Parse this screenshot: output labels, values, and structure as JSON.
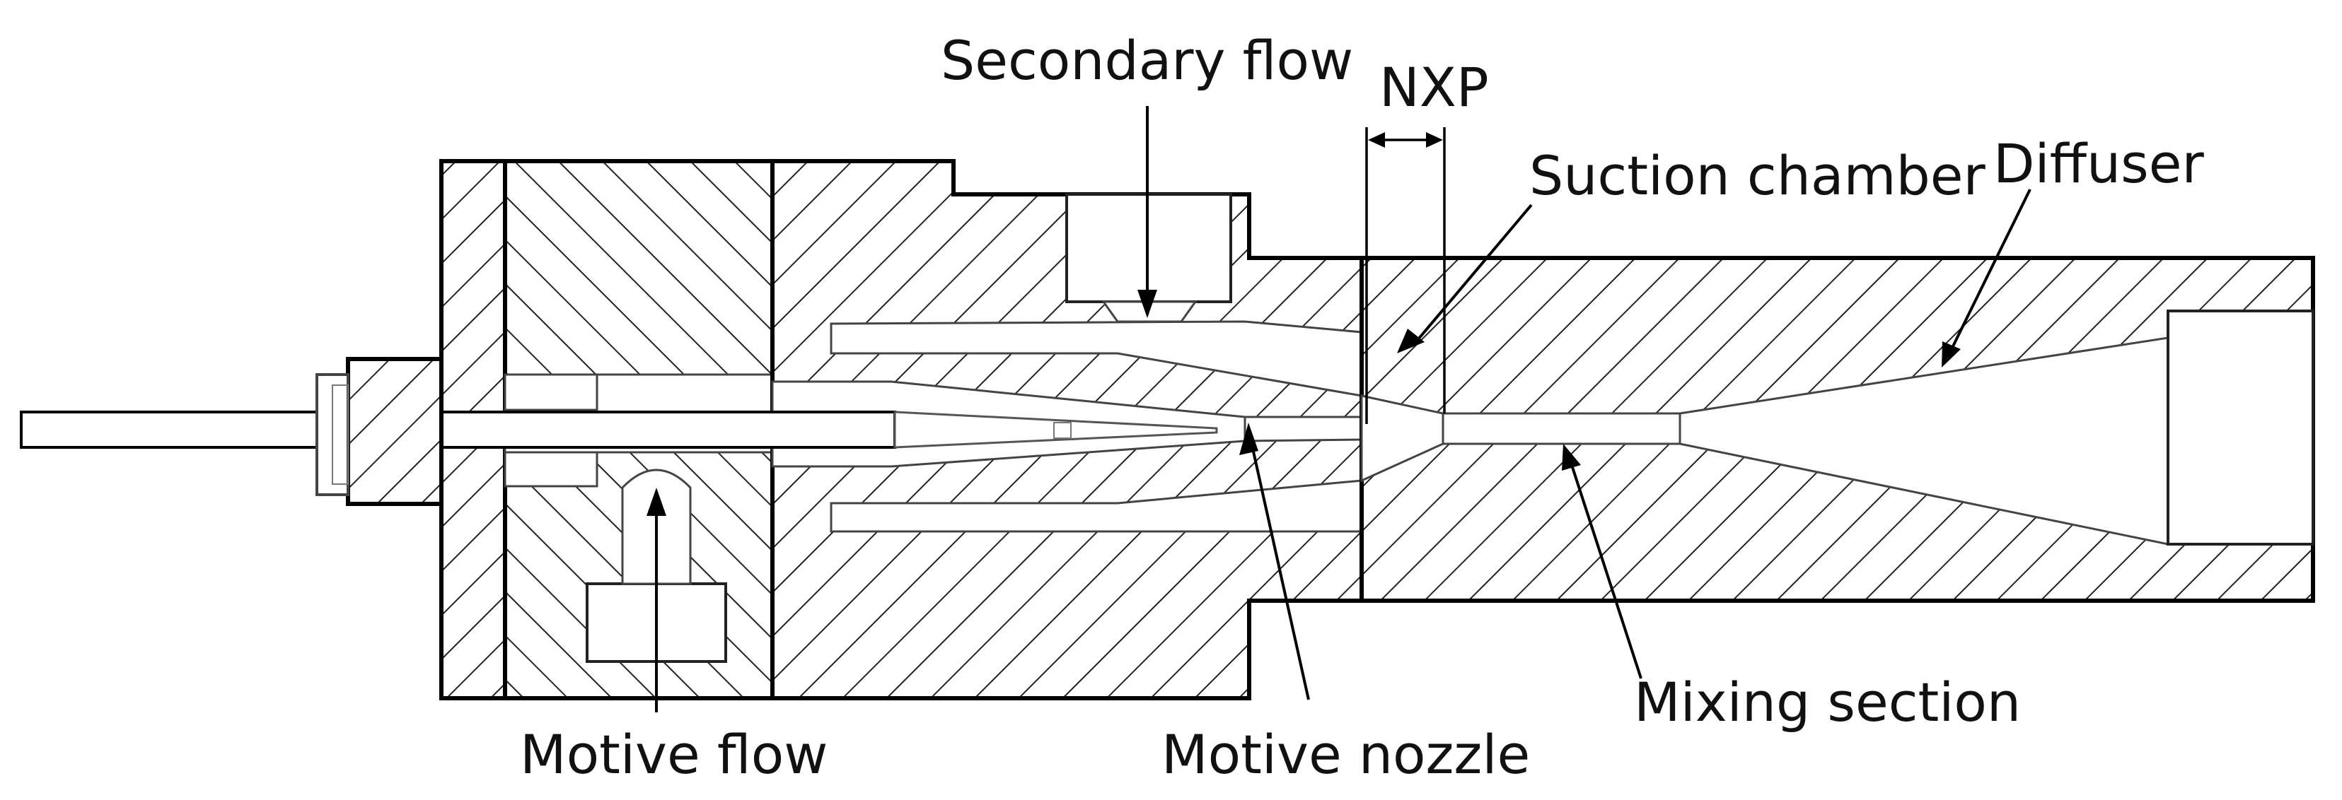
{
  "diagram": {
    "labels": {
      "secondary_flow": "Secondary flow",
      "nxp": "NXP",
      "suction_chamber": "Suction chamber",
      "diffuser": "Diffuser",
      "motive_flow": "Motive flow",
      "motive_nozzle": "Motive nozzle",
      "mixing_section": "Mixing section"
    },
    "style": {
      "line_color": "#000000",
      "hatch_color": "#222222",
      "background": "#ffffff"
    }
  }
}
